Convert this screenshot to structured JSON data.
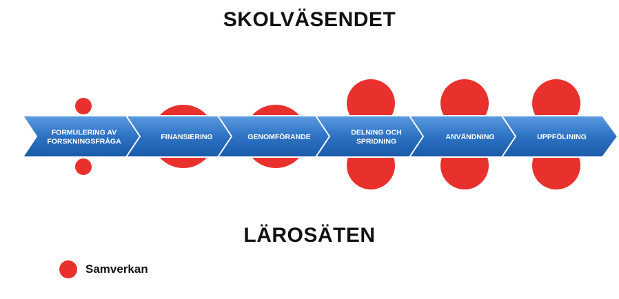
{
  "title_top": "SKOLVÄSENDET",
  "title_bottom": "LÄROSÄTEN",
  "colors": {
    "arrow_light": "#5b9be0",
    "arrow_dark": "#1a5aa8",
    "samverkan": "#e8312d"
  },
  "steps": [
    {
      "lines": [
        "FORMULERING AV",
        "FORSKNINGSFRÅGA"
      ],
      "samverkan": "small"
    },
    {
      "lines": [
        "FINANSIERING"
      ],
      "samverkan": "medium"
    },
    {
      "lines": [
        "GENOMFÖRANDE"
      ],
      "samverkan": "medium"
    },
    {
      "lines": [
        "DELNING OCH",
        "SPRIDNING"
      ],
      "samverkan": "large"
    },
    {
      "lines": [
        "ANVÄNDNING"
      ],
      "samverkan": "large"
    },
    {
      "lines": [
        "UPPFÖLINING"
      ],
      "samverkan": "large"
    }
  ],
  "legend": {
    "label": "Samverkan"
  }
}
